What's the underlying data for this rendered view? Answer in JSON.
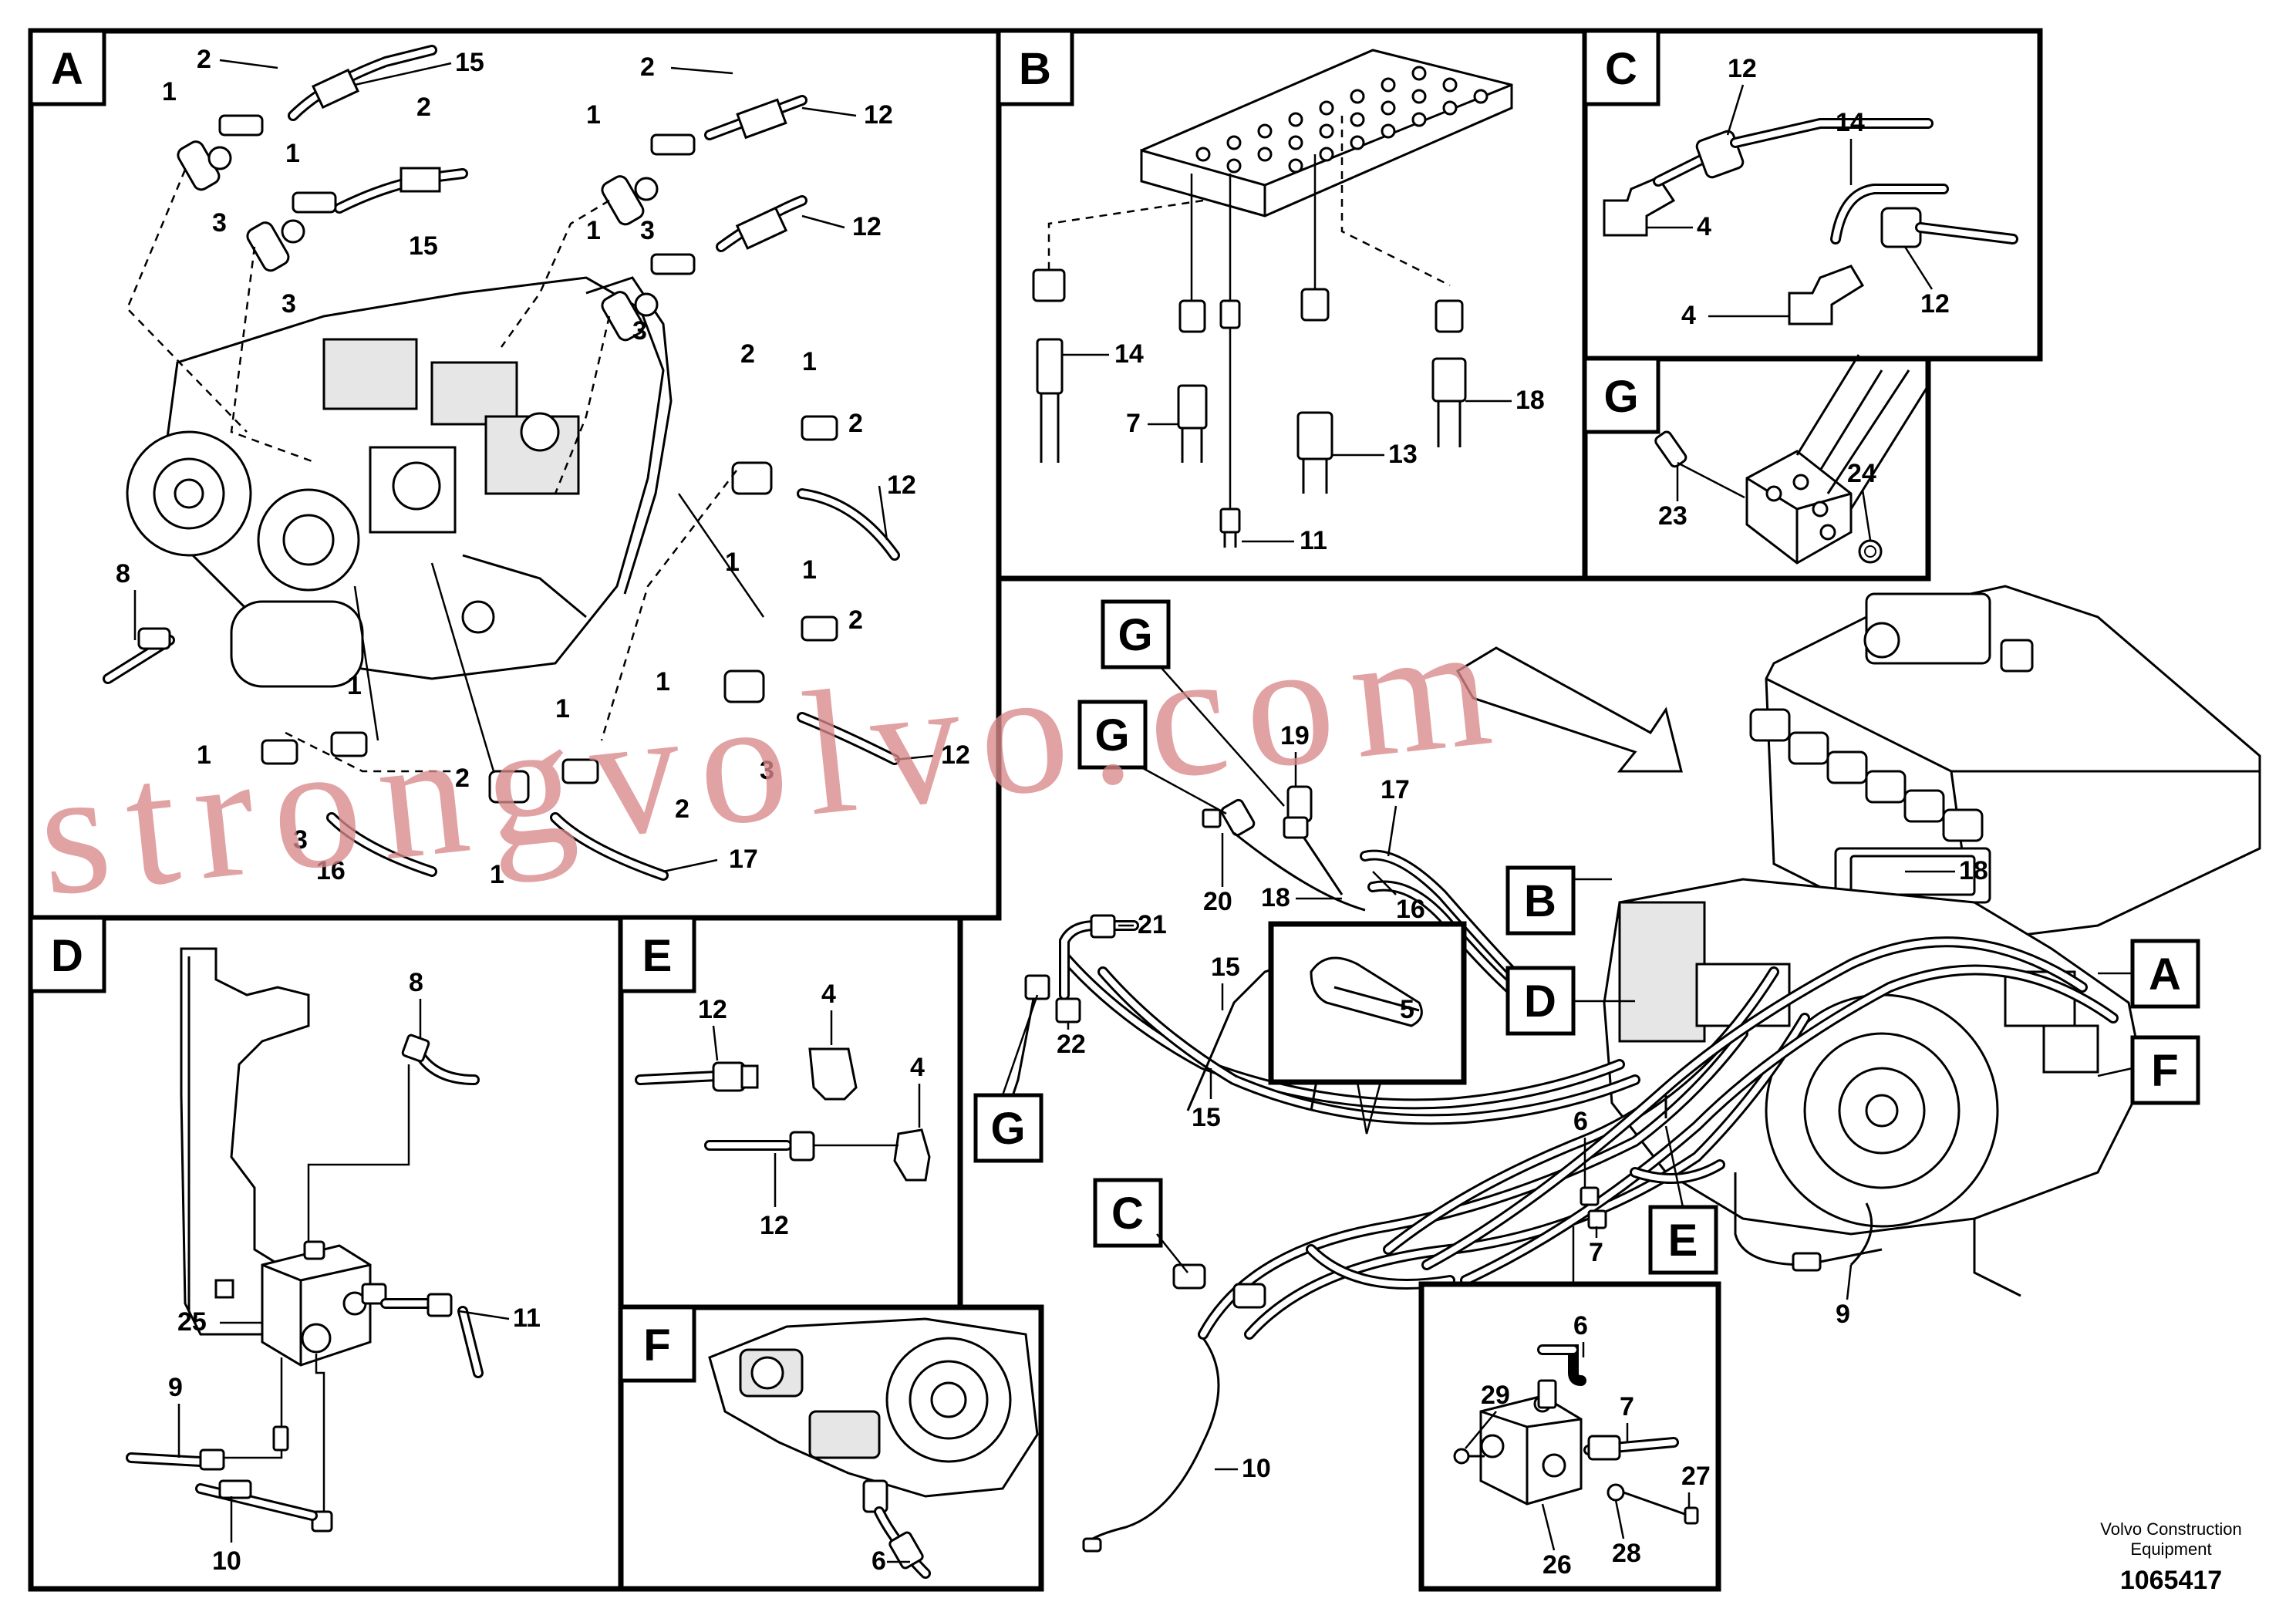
{
  "panels": {
    "A": "A",
    "B": "B",
    "C": "C",
    "D": "D",
    "E": "E",
    "F": "F",
    "G": "G"
  },
  "main_tags": {
    "A": "A",
    "B": "B",
    "C": "C",
    "D": "D",
    "E": "E",
    "F": "F",
    "G": "G"
  },
  "callouts": {
    "n1": "1",
    "n2": "2",
    "n3": "3",
    "n4": "4",
    "n5": "5",
    "n6": "6",
    "n7": "7",
    "n8": "8",
    "n9": "9",
    "n10": "10",
    "n11": "11",
    "n12": "12",
    "n13": "13",
    "n14": "14",
    "n15": "15",
    "n16": "16",
    "n17": "17",
    "n18": "18",
    "n19": "19",
    "n20": "20",
    "n21": "21",
    "n22": "22",
    "n23": "23",
    "n24": "24",
    "n25": "25",
    "n26": "26",
    "n27": "27",
    "n28": "28",
    "n29": "29"
  },
  "footer": {
    "brand_line1": "Volvo Construction",
    "brand_line2": "Equipment",
    "doc_number": "1065417"
  },
  "watermark": "strongvolvo.com"
}
